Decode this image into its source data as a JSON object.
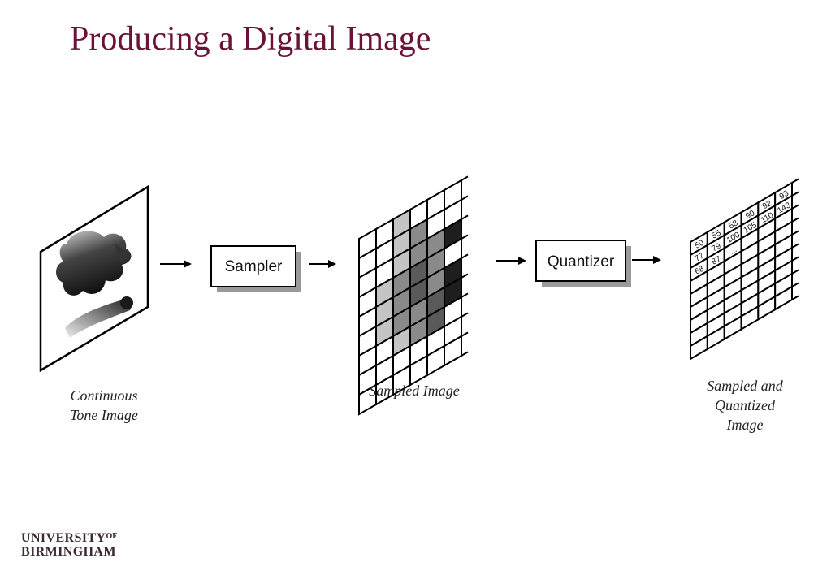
{
  "slide": {
    "title": "Producing a Digital Image"
  },
  "diagram": {
    "stages": {
      "continuous_caption": [
        "Continuous",
        "Tone Image"
      ],
      "sampler_label": "Sampler",
      "sampled_caption": "Sampled Image",
      "quantizer_label": "Quantizer",
      "quantized_caption": [
        "Sampled and",
        "Quantized",
        "Image"
      ]
    },
    "quantized_values": [
      [
        "50",
        "55",
        "58",
        "90",
        "92",
        "93"
      ],
      [
        "77",
        "79",
        "100",
        "105",
        "110",
        "143"
      ],
      [
        "68",
        "87",
        "...",
        "",
        "",
        ""
      ]
    ]
  },
  "logo": {
    "line1": "UNIVERSITY",
    "of": "OF",
    "line2": "BIRMINGHAM"
  }
}
